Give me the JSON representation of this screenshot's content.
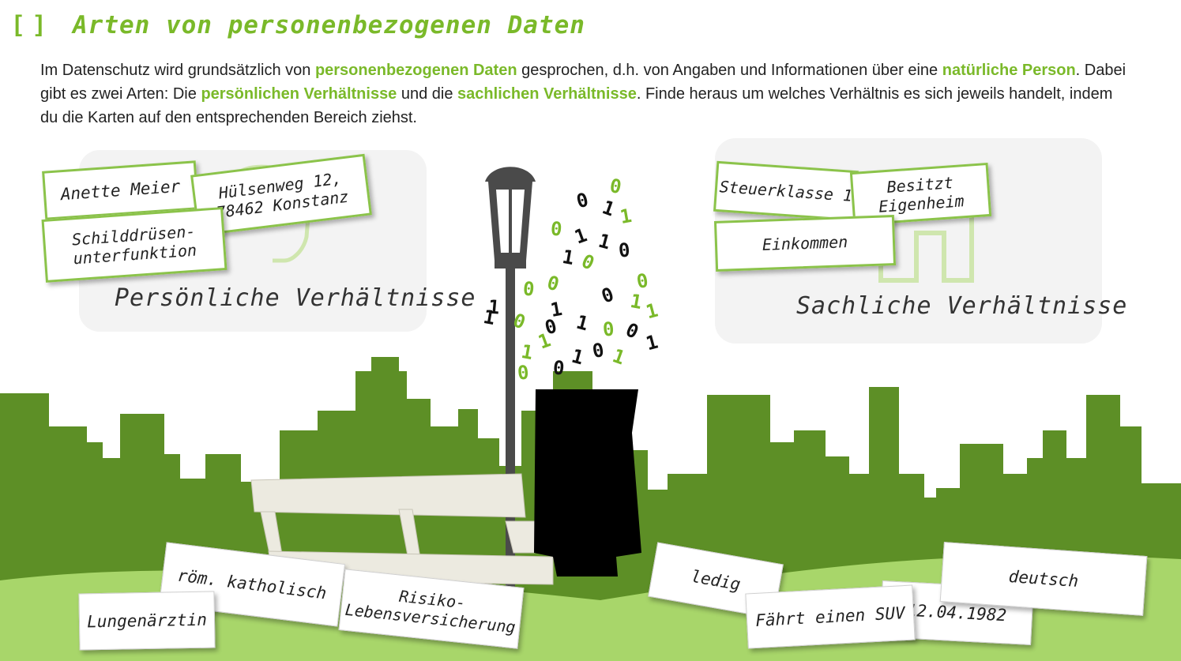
{
  "header": {
    "icon": "bracket-icon",
    "bracket_text": "[ ]",
    "title": "Arten von personenbezogenen Daten"
  },
  "intro": {
    "t1": "Im Datenschutz wird grundsätzlich von ",
    "h1": "personenbezogenen Daten",
    "t2": " gesprochen, d.h. von Angaben und Informationen über eine ",
    "h2": "natürliche Person",
    "t3": ". Dabei gibt es zwei Arten: Die ",
    "h3": "persönlichen Verhältnisse",
    "t4": " und die ",
    "h4": "sachlichen Verhältnisse",
    "t5": ". Finde heraus um welches Verhältnis es sich jeweils handelt, indem du die Karten auf den entsprechenden Bereich ziehst."
  },
  "zones": {
    "personal": {
      "label": "Persönliche Verhältnisse",
      "icon": "head-icon"
    },
    "material": {
      "label": "Sachliche Verhältnisse",
      "icon": "house-icon"
    }
  },
  "cards": {
    "anette": "Anette Meier",
    "address": "Hülsenweg 12,\n78462 Konstanz",
    "thyroid": "Schilddrüsen-\nunterfunktion",
    "tax": "Steuerklasse 1",
    "property": "Besitzt\nEigenheim",
    "income": "Einkommen",
    "catholic": "röm. katholisch",
    "doctor": "Lungenärztin",
    "insurance": "Risiko-\nLebensversicherung",
    "single": "ledig",
    "suv": "Fährt einen SUV",
    "birthdate": "12.04.1982",
    "german": "deutsch"
  },
  "binary_digits": [
    "0",
    "0",
    "1",
    "1",
    "0",
    "1",
    "1",
    "0",
    "1",
    "0",
    "0",
    "0",
    "0",
    "0",
    "1",
    "1",
    "1",
    "0",
    "1",
    "1",
    "0",
    "0",
    "1",
    "1",
    "1",
    "0",
    "1",
    "0",
    "1",
    "0",
    "1",
    "0"
  ],
  "colors": {
    "accent": "#7ab929",
    "city": "#5d8f26",
    "grass": "#a8d66a",
    "lamp": "#4a4a4a",
    "person": "#000000",
    "bench": "#eceae0"
  }
}
